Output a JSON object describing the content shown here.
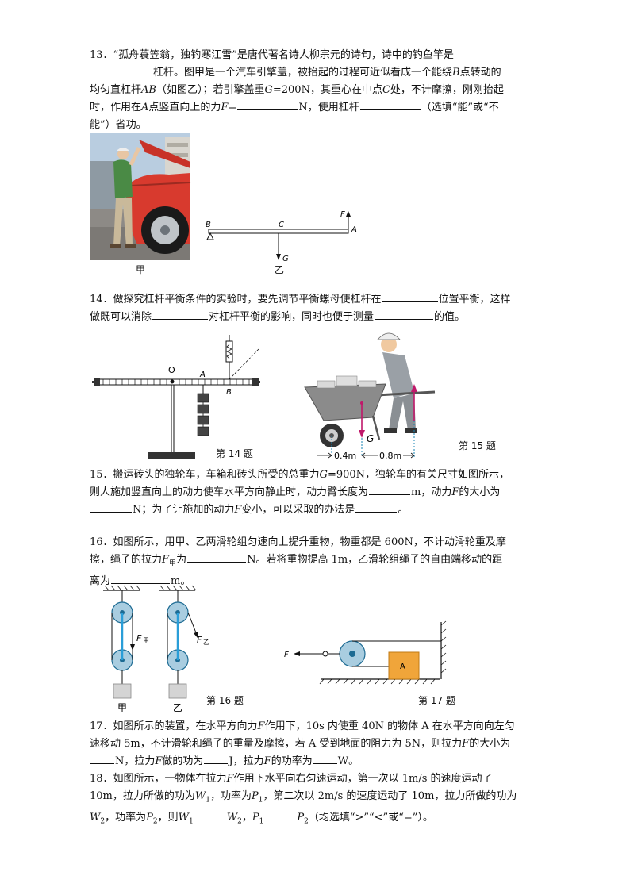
{
  "q13": {
    "l1": "13．“孤舟蓑笠翁，独钓寒江雪”是唐代著名诗人柳宗元的诗句，诗中的钓鱼竿是",
    "l2a": "杠杆。图甲是一个汽车引擎盖，被抬起的过程可近似看成一个能绕",
    "l2b": "B",
    "l2c": "点转动的",
    "l3a": "均匀直杠杆",
    "l3b": "AB",
    "l3c": "（如图乙）；若引擎盖重",
    "l3d": "G",
    "l3e": "=200N，其重心在中点",
    "l3f": "C",
    "l3g": "处，不计摩擦，刚刚抬起",
    "l4a": "时，作用在",
    "l4b": "A",
    "l4c": "点竖直向上的力",
    "l4d": "F",
    "l4e": "=",
    "l4f": "N，使用杠杆",
    "l4g": "（选填“能”或“不",
    "l5": "能”）省功。",
    "fig_jia": "甲",
    "fig_yi": "乙",
    "lbl_B": "B",
    "lbl_C": "C",
    "lbl_A": "A",
    "lbl_F": "F",
    "lbl_G": "G"
  },
  "q14": {
    "l1a": "14．做探究杠杆平衡条件的实验时，要先调节平衡螺母使杠杆在",
    "l1b": "位置平衡，这样",
    "l2a": "做既可以消除",
    "l2b": "对杠杆平衡的影响，同时也便于测量",
    "l2c": "的值。",
    "lbl_O": "O",
    "lbl_A": "A",
    "lbl_B": "B",
    "caption": "第 14 题"
  },
  "q15fig": {
    "lbl_G": "G",
    "d1": "0.4m",
    "d2": "0.8m",
    "caption": "第 15 题"
  },
  "q15": {
    "l1a": "15．搬运砖头的独轮车，车箱和砖头所受的总重力",
    "l1b": "G",
    "l1c": "=900N，独轮车的有关尺寸如图所示，",
    "l2a": "则人施加竖直向上的动力使车水平方向静止时，动力臂长度为",
    "l2b": "m，动力",
    "l2c": "F",
    "l2d": "的大小为",
    "l3a": "N；为了让施加的动力",
    "l3b": "F",
    "l3c": "变小，可以采取的办法是",
    "l3d": "。"
  },
  "q16": {
    "l1": "16．如图所示，用甲、乙两滑轮组匀速向上提升重物，物重都是 600N，不计动滑轮重及摩",
    "l2a": "擦，绳子的拉力",
    "l2b": "F",
    "l2c": "甲",
    "l2d": "为",
    "l2e": "N。若将重物提高 1m，乙滑轮组绳子的自由端移动的距",
    "l3a": "离为",
    "l3b": "m。",
    "lbl_Fjia": "F",
    "lbl_Fjia_sub": "甲",
    "lbl_Fyi": "F",
    "lbl_Fyi_sub": "乙",
    "lbl_jia": "甲",
    "lbl_yi": "乙",
    "caption": "第 16 题"
  },
  "q17fig": {
    "lbl_F": "F",
    "lbl_A": "A",
    "caption": "第 17 题"
  },
  "q17": {
    "l1a": "17．如图所示的装置，在水平方向力",
    "l1b": "F",
    "l1c": "作用下，10s 内使重 40N 的物体 A 在水平方向向左匀",
    "l2a": "速移动 5m，不计滑轮和绳子的重量及摩擦，若 A 受到地面的阻力为 5N，则拉力",
    "l2b": "F",
    "l2c": "的大小为",
    "l3a": "N，拉力",
    "l3b": "F",
    "l3c": "做的功为",
    "l3d": "J，拉力",
    "l3e": "F",
    "l3f": "的功率为",
    "l3g": "W。"
  },
  "q18": {
    "l1a": "18．如图所示，一物体在拉力",
    "l1b": "F",
    "l1c": "作用下水平向右匀速运动，第一次以 1m/s 的速度运动了",
    "l2a": "10m，拉力所做的功为",
    "l2b": "W",
    "l2c": "1",
    "l2d": "，功率为",
    "l2e": "P",
    "l2f": "1",
    "l2g": "，第二次以 2m/s 的速度运动了 10m，拉力所做的功为",
    "l3a": "W",
    "l3b": "2",
    "l3c": "，功率为",
    "l3d": "P",
    "l3e": "2",
    "l3f": "，则",
    "l3g": "W",
    "l3h": "1",
    "l3i": "W",
    "l3j": "2",
    "l3k": "，",
    "l3l": "P",
    "l3m": "1",
    "l3n": "P",
    "l3o": "2",
    "l3p": "（均选填“>”“<”或“=”）。"
  }
}
